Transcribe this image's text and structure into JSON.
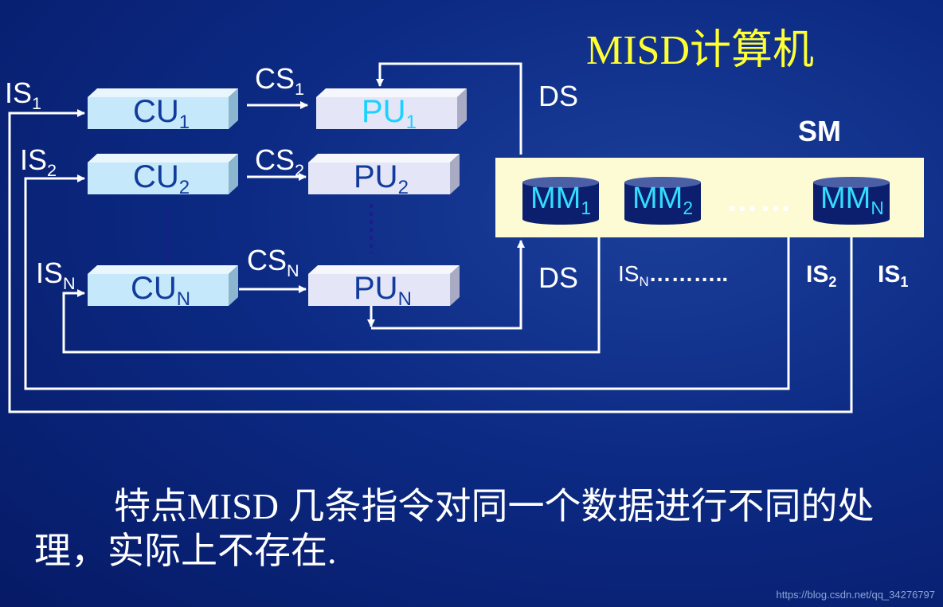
{
  "title": "MISD计算机",
  "sm_label": "SM",
  "control_units": [
    {
      "name": "CU",
      "sub": "1"
    },
    {
      "name": "CU",
      "sub": "2"
    },
    {
      "name": "CU",
      "sub": "N"
    }
  ],
  "processing_units": [
    {
      "name": "PU",
      "sub": "1"
    },
    {
      "name": "PU",
      "sub": "2"
    },
    {
      "name": "PU",
      "sub": "N"
    }
  ],
  "memory_modules": [
    {
      "name": "MM",
      "sub": "1"
    },
    {
      "name": "MM",
      "sub": "2"
    },
    {
      "name": "MM",
      "sub": "N"
    }
  ],
  "memory_ellipsis": "……",
  "instruction_streams": [
    {
      "name": "IS",
      "sub": "1"
    },
    {
      "name": "IS",
      "sub": "2"
    },
    {
      "name": "IS",
      "sub": "N"
    }
  ],
  "control_streams": [
    {
      "name": "CS",
      "sub": "1"
    },
    {
      "name": "CS",
      "sub": "2"
    },
    {
      "name": "CS",
      "sub": "N"
    }
  ],
  "data_stream_label": "DS",
  "right_is_labels": [
    {
      "name": "IS",
      "sub": "N",
      "suffix": "……….."
    },
    {
      "name": "IS",
      "sub": "2"
    },
    {
      "name": "IS",
      "sub": "1"
    }
  ],
  "description": "特点MISD 几条指令对同一个数据进行不同的处理，实际上不存在.",
  "watermark": "https://blog.csdn.net/qq_34276797",
  "colors": {
    "background": "#0c2a84",
    "title": "#ffff33",
    "cu_box": "#c6e8fb",
    "pu_box": "#e4e6f8",
    "memory_panel": "#fdfbd4",
    "mm_drum": "#0b1f6e",
    "mm_text": "#33ddff",
    "pu1_text": "#19d2ff"
  }
}
